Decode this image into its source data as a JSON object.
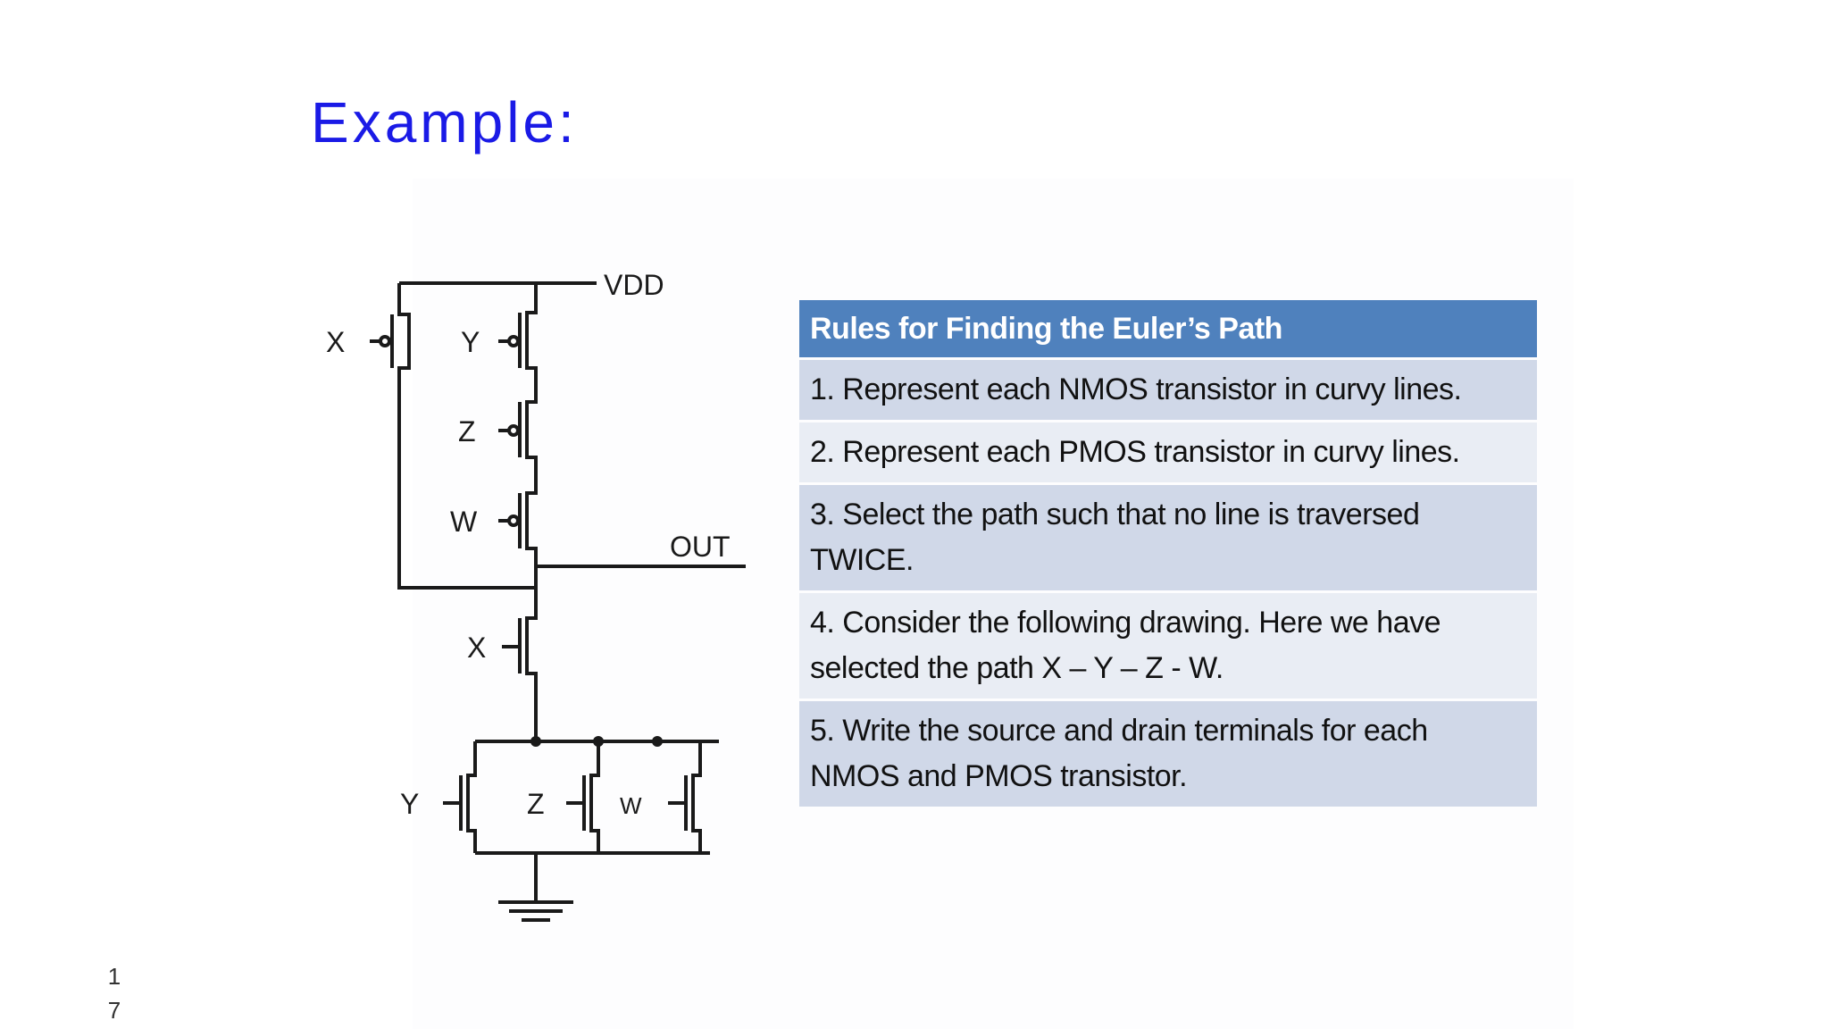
{
  "slide": {
    "title": "Example:",
    "page_number": "17"
  },
  "circuit": {
    "vdd_label": "VDD",
    "out_label": "OUT",
    "pmos_labels": {
      "x": "X",
      "y": "Y",
      "z": "Z",
      "w": "W"
    },
    "nmos_labels": {
      "x": "X",
      "y": "Y",
      "z": "Z",
      "w": "W"
    }
  },
  "rules": {
    "header": "Rules for Finding the Euler’s Path",
    "items": [
      {
        "line1": "1. Represent each NMOS transistor in curvy lines.",
        "line2": ""
      },
      {
        "line1": "2. Represent each PMOS transistor in curvy lines.",
        "line2": ""
      },
      {
        "line1": "3. Select the path such that no line is traversed",
        "line2": "TWICE."
      },
      {
        "line1": "4. Consider the following drawing. Here we have",
        "line2": "selected the path X – Y – Z - W."
      },
      {
        "line1": "5. Write the source and drain terminals for each",
        "line2": "NMOS and PMOS transistor."
      }
    ]
  },
  "colors": {
    "title": "#1a1ae6",
    "table_header": "#4f81bd",
    "row_dark": "#d0d8e8",
    "row_light": "#e9edf4"
  }
}
